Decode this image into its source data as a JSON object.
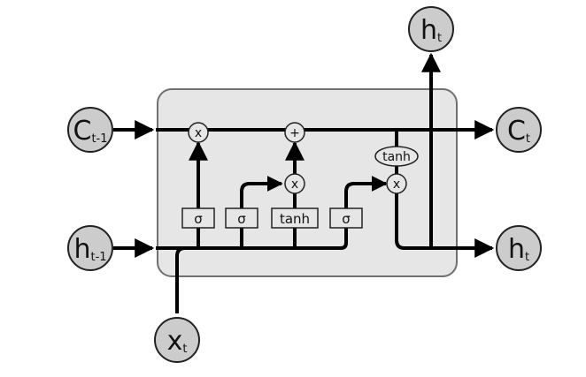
{
  "diagram": {
    "nodes": {
      "c_prev": {
        "main": "C",
        "sub": "t-1"
      },
      "c_next": {
        "main": "C",
        "sub": "t"
      },
      "h_prev": {
        "main": "h",
        "sub": "t-1"
      },
      "h_next_right": {
        "main": "h",
        "sub": "t"
      },
      "h_next_top": {
        "main": "h",
        "sub": "t"
      },
      "x_in": {
        "main": "x",
        "sub": "t"
      }
    },
    "gates": {
      "forget": "σ",
      "input": "σ",
      "candidate": "tanh",
      "output": "σ"
    },
    "operators": {
      "forget_mul": "x",
      "add": "+",
      "input_mul": "x",
      "output_mul": "x",
      "cell_tanh": "tanh"
    }
  }
}
